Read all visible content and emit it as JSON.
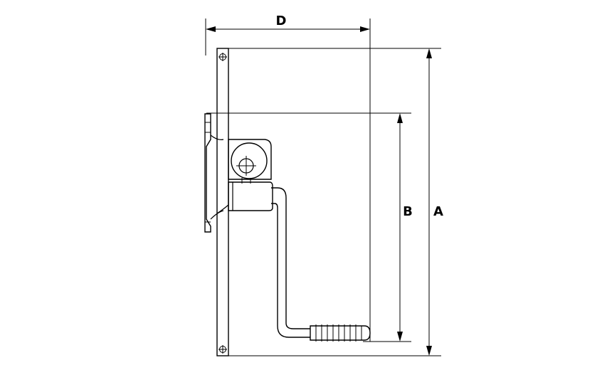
{
  "diagram": {
    "labels": {
      "d": "D",
      "b": "B",
      "a": "A"
    }
  }
}
